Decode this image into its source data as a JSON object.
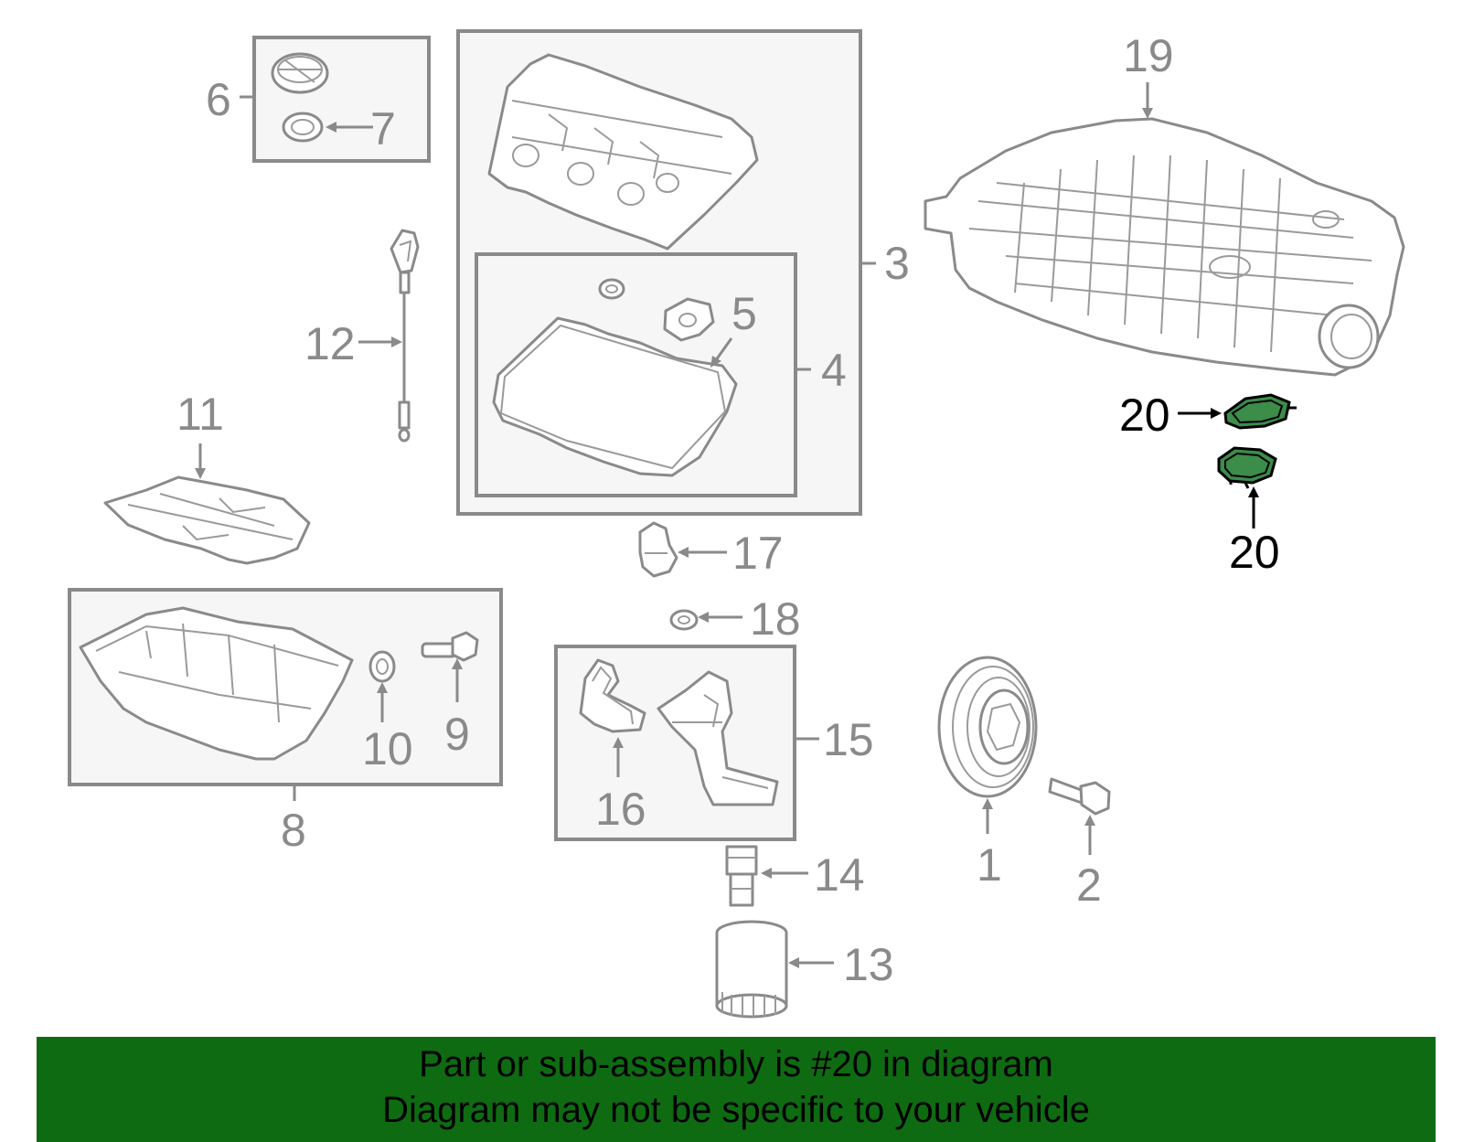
{
  "callouts": {
    "c1": "1",
    "c2": "2",
    "c3": "3",
    "c4": "4",
    "c5": "5",
    "c6": "6",
    "c7": "7",
    "c8": "8",
    "c9": "9",
    "c10": "10",
    "c11": "11",
    "c12": "12",
    "c13": "13",
    "c14": "14",
    "c15": "15",
    "c16": "16",
    "c17": "17",
    "c18": "18",
    "c19": "19",
    "c20a": "20",
    "c20b": "20"
  },
  "banner": {
    "line1": "Part or sub-assembly is #20 in diagram",
    "line2": "Diagram may not be specific to your vehicle"
  },
  "colors": {
    "line_gray": "#8a8a8a",
    "highlight_part": "#3c8c4a",
    "banner_green": "#0e6b12"
  }
}
